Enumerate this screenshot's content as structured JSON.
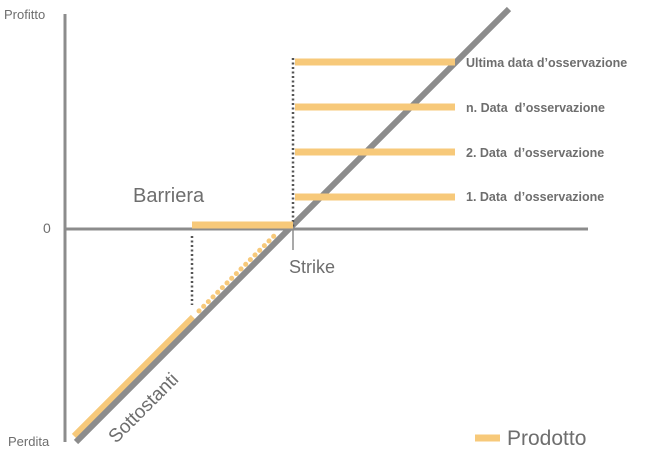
{
  "axes": {
    "y_top_label": "Profitto",
    "y_bottom_label": "Perdita",
    "zero_label": "0"
  },
  "labels": {
    "barrier": "Barriera",
    "strike": "Strike",
    "underlying": "Sottostanti"
  },
  "observation_dates": [
    "Ultima data d’osservazione",
    "n. Data  d’osservazione",
    "2. Data  d’osservazione",
    "1. Data  d’osservazione"
  ],
  "legend": {
    "product_label": "Prodotto"
  },
  "colors": {
    "product": "#f7c97a",
    "axis": "#8c8c8c",
    "dotted": "#555555",
    "text": "#6e6e6e"
  }
}
